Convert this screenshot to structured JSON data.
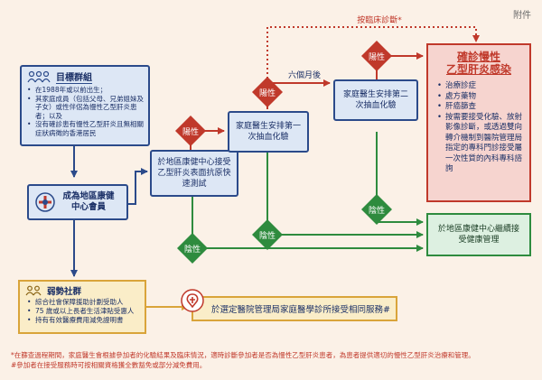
{
  "annex_label": "附件",
  "clinical_note": "按臨床診斷*",
  "target_group": {
    "title": "目標群組",
    "items": [
      "在1988年或以前出生；",
      "其家庭成員（包括父母、兄弟姐妹及子女）或性伴侶為慢性乙型肝炎患者；以及",
      "沒有確診患有慢性乙型肝炎且無相關症狀病徵的香港居民"
    ]
  },
  "member": {
    "text": "成為地區康健中心會員"
  },
  "rapid_test": {
    "text": "於地區康健中心接受乙型肝炎表面抗原快速測試"
  },
  "first_blood": {
    "text": "家庭醫生安排第一次抽血化驗"
  },
  "second_blood": {
    "text": "家庭醫生安排第二次抽血化驗"
  },
  "six_months": "六個月後",
  "positive": "陽性",
  "negative": "陰性",
  "diagnosis": {
    "title_line1": "確診慢性",
    "title_line2": "乙型肝炎感染",
    "items": [
      "治療診症",
      "處方藥物",
      "肝癌篩查",
      "按需要接受化驗、放射影像診斷，或透過雙向轉介機制到醫院管理局指定的專科門診接受屬一次性質的內科專科諮詢"
    ]
  },
  "continue_care": {
    "text": "於地區康健中心繼續接受健康管理"
  },
  "vulnerable": {
    "title": "弱勢社群",
    "items": [
      "綜合社會保障援助計劃受助人",
      "75 歲或以上長者生活津貼受惠人",
      "持有有效醫療費用減免證明書"
    ]
  },
  "ha_service": {
    "text": "於選定醫院管理局家庭醫學診所接受相同服務#"
  },
  "footnotes": {
    "star": "*在篩查過程期間，家庭醫生會根據參加者的化驗結果及臨床情況，適時診斷參加者是否為慢性乙型肝炎患者，為患者提供適切的慢性乙型肝炎治療和管理。",
    "hash": "#參加者在接受服務時可按相關資格獲全數豁免或部分減免費用。"
  },
  "colors": {
    "navy": "#2b4a8a",
    "green": "#2e8b3e",
    "red": "#c0392b",
    "gold": "#d9a43a",
    "background": "#fbf1e7"
  }
}
